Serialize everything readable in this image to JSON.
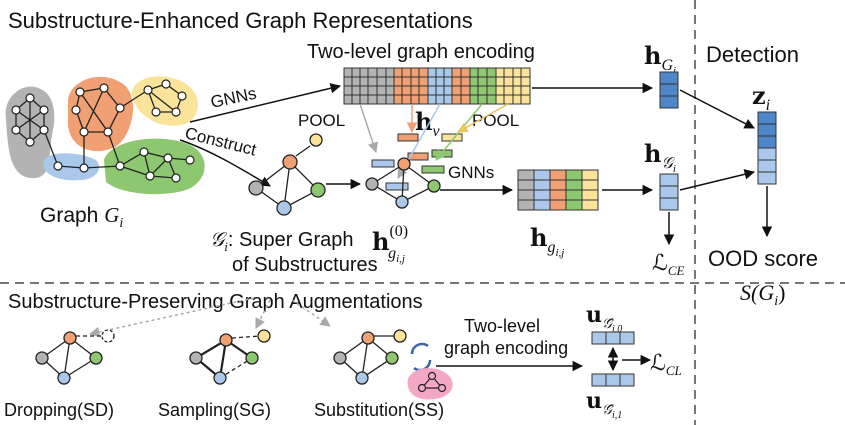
{
  "title_top": "Substructure-Enhanced Graph Representations",
  "title_bottom": "Substructure-Preserving Graph Augmentations",
  "detection_title": "Detection",
  "two_level_top": "Two-level graph encoding",
  "two_level_bottom_1": "Two-level",
  "two_level_bottom_2": "graph encoding",
  "gnns_1": "GNNs",
  "gnns_2": "GNNs",
  "construct": "Construct",
  "pool_left": "POOL",
  "pool_right": "POOL",
  "graph_label": "Graph",
  "graph_var": "G",
  "graph_sub": "i",
  "super_graph_1_var": "𝒢",
  "super_graph_1_sub": "i",
  "super_graph_1_text": ": Super Graph",
  "super_graph_2": "of Substructures",
  "h_v": "h",
  "h_v_sub": "v",
  "h_g0": "h",
  "h_g0_sup": "(0)",
  "h_g0_sub": "g",
  "h_g0_subsub": "i,j",
  "h_g": "h",
  "h_g_sub": "g",
  "h_g_subsub": "i,j",
  "h_Gi": "h",
  "h_Gi_sub": "G",
  "h_Gi_subsub": "i",
  "h_SGi": "h",
  "h_SGi_sub": "𝒢",
  "h_SGi_subsub": "i",
  "z_i": "z",
  "z_i_sub": "i",
  "l_ce": "ℒ",
  "l_ce_sub": "CE",
  "l_cl": "ℒ",
  "l_cl_sub": "CL",
  "ood_score": "OOD score",
  "score_fn": "S(",
  "score_var": "G",
  "score_sub": "i",
  "score_close": ")",
  "u_top": "u",
  "u_top_sub": "𝒢̂",
  "u_top_subsub": "i,0",
  "u_bot": "u",
  "u_bot_sub": "𝒢̂",
  "u_bot_subsub": "i,1",
  "aug_dropping": "Dropping(SD)",
  "aug_sampling": "Sampling(SG)",
  "aug_substitution": "Substitution(SS)",
  "colors": {
    "gray": "#b3b3b3",
    "orange": "#f0a073",
    "yellow": "#fbe49a",
    "green": "#8dc870",
    "blue": "#a9c8ea",
    "blue_dark": "#4e86c8",
    "blue_mid": "#7aa6dc",
    "pink": "#f4a8c6"
  }
}
